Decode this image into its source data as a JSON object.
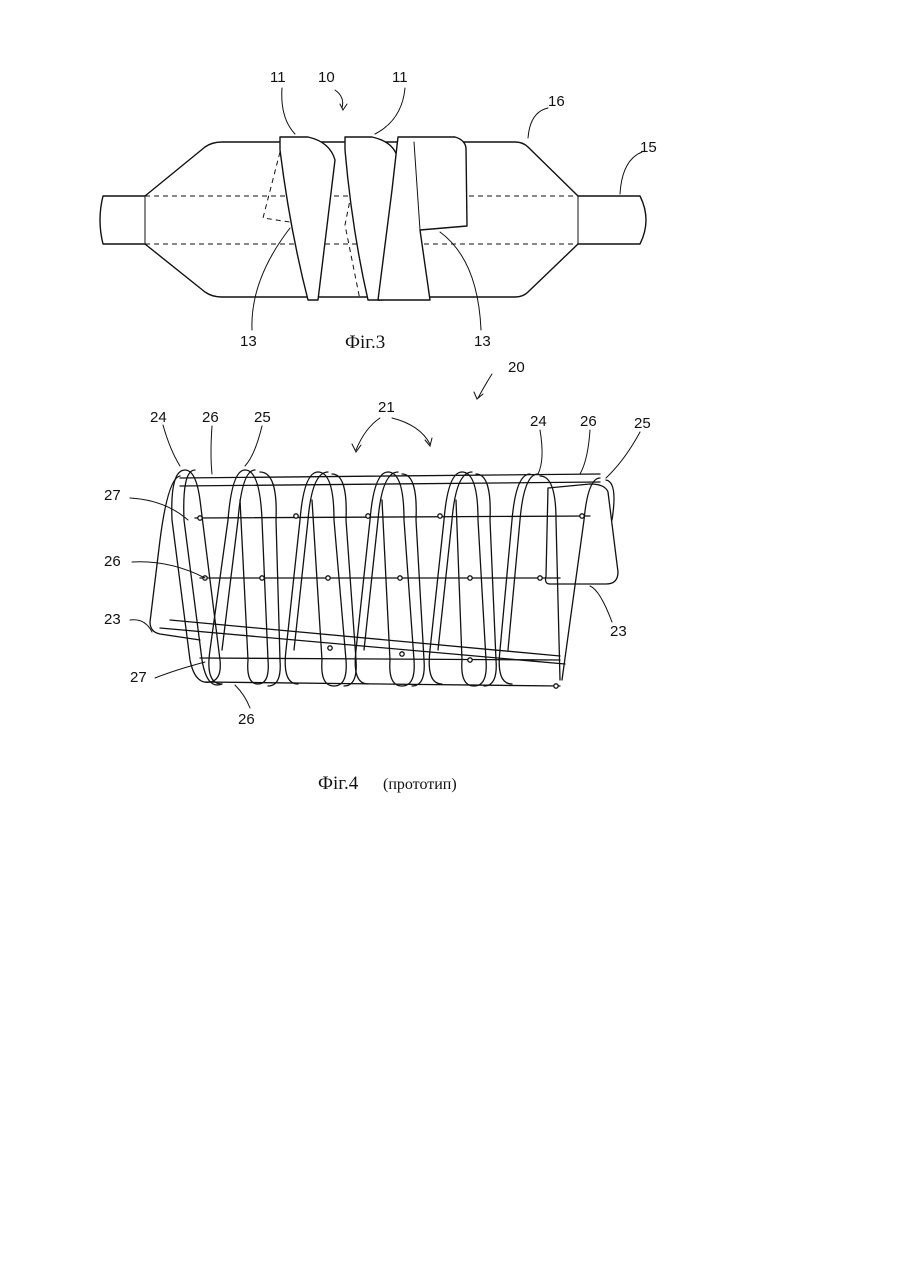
{
  "figure3": {
    "caption": "Фіг.3",
    "labels": {
      "l11a": "11",
      "l10": "10",
      "l11b": "11",
      "l16": "16",
      "l15": "15",
      "l13a": "13",
      "l13b": "13"
    }
  },
  "figure4": {
    "caption": "Фіг.4",
    "caption_note": "(прототип)",
    "labels": {
      "l20": "20",
      "l21": "21",
      "l24a": "24",
      "l26a": "26",
      "l25a": "25",
      "l24b": "24",
      "l26b": "26",
      "l25b": "25",
      "l27a": "27",
      "l26c": "26",
      "l23a": "23",
      "l27b": "27",
      "l26d": "26",
      "l23b": "23"
    }
  }
}
